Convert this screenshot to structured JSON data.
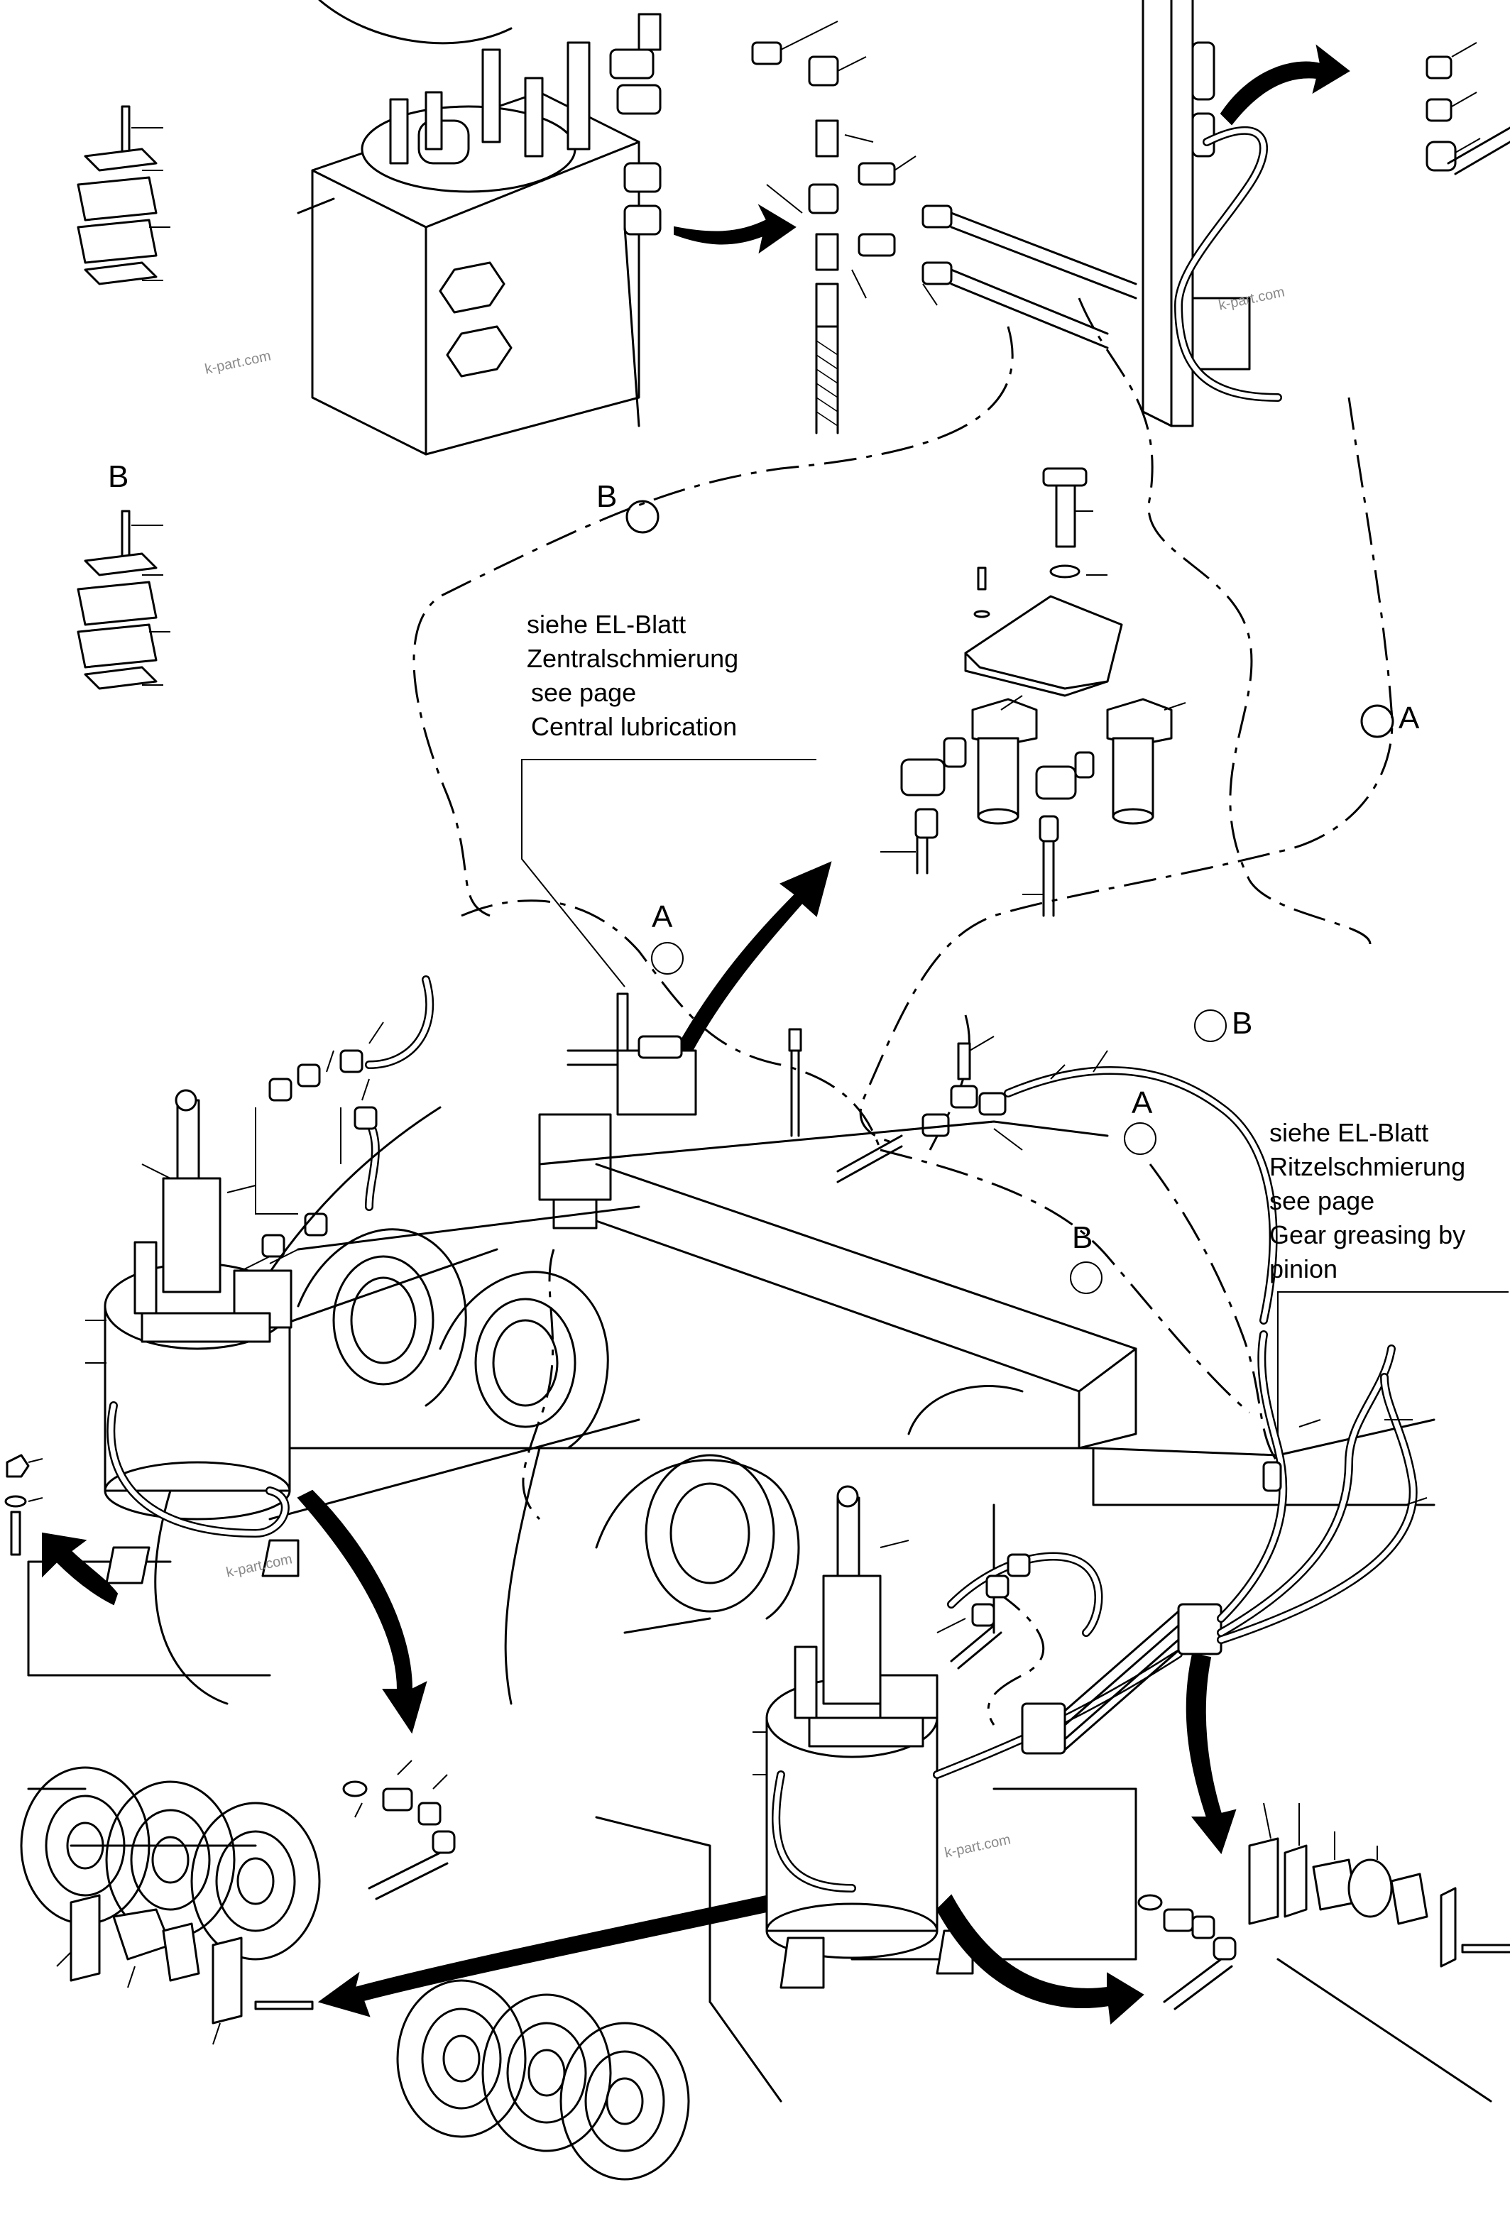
{
  "marker_labels": {
    "b_top_left": "B",
    "b_circle_upper": "B",
    "a_circle_right": "A",
    "a_circle_mid": "A",
    "b_circle_mid_right": "B",
    "a_circle_lower": "A",
    "b_circle_lower": "B"
  },
  "notes": {
    "central_lubrication": {
      "line1": "siehe EL-Blatt",
      "line2": "Zentralschmierung",
      "line3": "see page",
      "line4": "Central lubrication"
    },
    "gear_greasing": {
      "line1": "siehe EL-Blatt",
      "line2": "Ritzelschmierung",
      "line3": "see page",
      "line4": "Gear greasing by",
      "line5": "pinion"
    }
  },
  "watermarks": {
    "wm1": "k-part.com",
    "wm2": "k-part.com",
    "wm3": "k-part.com",
    "wm4": "k-part.com"
  },
  "colors": {
    "line": "#000000",
    "background": "#ffffff",
    "watermark": "#8a8a8a"
  }
}
